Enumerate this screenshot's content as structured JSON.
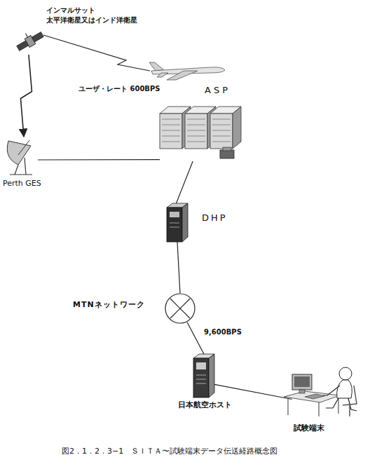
{
  "diagram": {
    "caption": "図2．1．2．3−1　ＳＩＴＡ〜試験端末データ伝送経路概念図",
    "nodes": [
      {
        "text": [
          "インマルサット 太平洋衛星又はインド洋衛星"
        ]
      },
      {
        "text": [
          "Perth GES"
        ]
      },
      {
        "text": [
          "ASP"
        ]
      },
      {
        "text": [
          "DHP"
        ]
      },
      {
        "text": [
          "MTNネットワーク"
        ]
      },
      {
        "text": [
          "日本航空ホスト"
        ]
      },
      {
        "text": [
          "試験端末"
        ]
      }
    ],
    "edges": [
      {
        "from": 0,
        "to": 1,
        "arrow": "to"
      },
      {
        "from": 1,
        "to": 2,
        "arrow": "none"
      },
      {
        "from": 2,
        "to": 3,
        "arrow": "none"
      },
      {
        "from": 3,
        "to": 4,
        "arrow": "none"
      },
      {
        "from": 4,
        "to": 5,
        "label": "9,600BPS",
        "arrow": "none"
      },
      {
        "from": 5,
        "to": 6,
        "arrow": "none"
      }
    ],
    "labels": [
      "ユーザ・レート 600BPS"
    ]
  }
}
